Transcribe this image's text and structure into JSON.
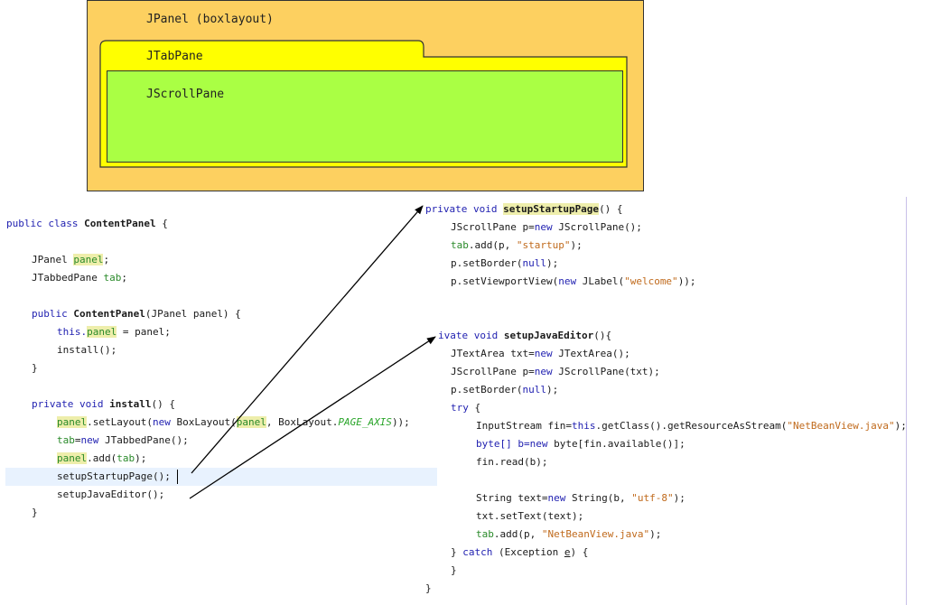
{
  "diagram": {
    "outer_label": "JPanel (boxlayout)",
    "tab_label": "JTabPane",
    "scroll_label": "JScrollPane",
    "colors": {
      "outer": "#fdd060",
      "tab": "#ffff00",
      "scroll": "#aaff44"
    }
  },
  "left_code": {
    "class_decl": {
      "kw": "public class ",
      "name": "ContentPanel",
      "rest": " {"
    },
    "field1": {
      "type": "JPanel ",
      "name": "panel",
      "rest": ";"
    },
    "field2": {
      "type": "JTabbedPane ",
      "name": "tab",
      "rest": ";"
    },
    "ctor": {
      "kw": "public ",
      "name": "ContentPanel",
      "rest": "(JPanel panel) {"
    },
    "ctor_body1": {
      "pre": "this.",
      "name": "panel",
      "rest": " = panel;"
    },
    "ctor_body2": "install();",
    "ctor_close": "}",
    "install_decl": {
      "kw": "private void ",
      "name": "install",
      "rest": "() {"
    },
    "inst1": {
      "fld": "panel",
      "a": ".setLayout(",
      "kw": "new",
      "b": " BoxLayout(",
      "fld2": "panel",
      "c": ", BoxLayout.",
      "const": "PAGE_AXIS",
      "d": "));"
    },
    "inst2": {
      "fld": "tab",
      "a": "=",
      "kw": "new",
      "b": " JTabbedPane();"
    },
    "inst3": {
      "fld": "panel",
      "a": ".add(",
      "fld2": "tab",
      "b": ");"
    },
    "inst4": "setupStartupPage();",
    "inst5": "setupJavaEditor();",
    "install_close": "}"
  },
  "right_code1": {
    "decl": {
      "kw": "private void ",
      "name": "setupStartupPage",
      "rest": "() {"
    },
    "l1": {
      "a": "JScrollPane p=",
      "kw": "new",
      "b": " JScrollPane();"
    },
    "l2": {
      "fld": "tab",
      "a": ".add(p, ",
      "str": "\"startup\"",
      "b": ");"
    },
    "l3": {
      "a": "p.setBorder(",
      "kw": "null",
      "b": ");"
    },
    "l4": {
      "a": "p.setViewportView(",
      "kw": "new",
      "b": " JLabel(",
      "str": "\"welcome\"",
      "c": "));"
    }
  },
  "right_code2": {
    "decl": {
      "kw": "ivate void ",
      "name": "setupJavaEditor",
      "rest": "(){"
    },
    "l1": {
      "a": "JTextArea txt=",
      "kw": "new",
      "b": " JTextArea();"
    },
    "l2": {
      "a": "JScrollPane p=",
      "kw": "new",
      "b": " JScrollPane(txt);"
    },
    "l3": {
      "a": "p.setBorder(",
      "kw": "null",
      "b": ");"
    },
    "l4": {
      "kw": "try",
      "a": " {"
    },
    "l5": {
      "a": "InputStream fin=",
      "kw": "this",
      "b": ".getClass().getResourceAsStream(",
      "str": "\"NetBeanView.java\"",
      "c": ");"
    },
    "l6": {
      "a": "byte[] b=",
      "kw": "new",
      "b": " byte[fin.available()];"
    },
    "l7": "fin.read(b);",
    "l8": {
      "a": "String text=",
      "kw": "new",
      "b": " String(b, ",
      "str": "\"utf-8\"",
      "c": ");"
    },
    "l9": "txt.setText(text);",
    "l10": {
      "fld": "tab",
      "a": ".add(p, ",
      "str": "\"NetBeanView.java\"",
      "b": ");"
    },
    "l11": {
      "a": "} ",
      "kw": "catch",
      "b": " (Exception ",
      "var": "e",
      "c": ") {"
    },
    "l12": "}",
    "l13": "}"
  }
}
